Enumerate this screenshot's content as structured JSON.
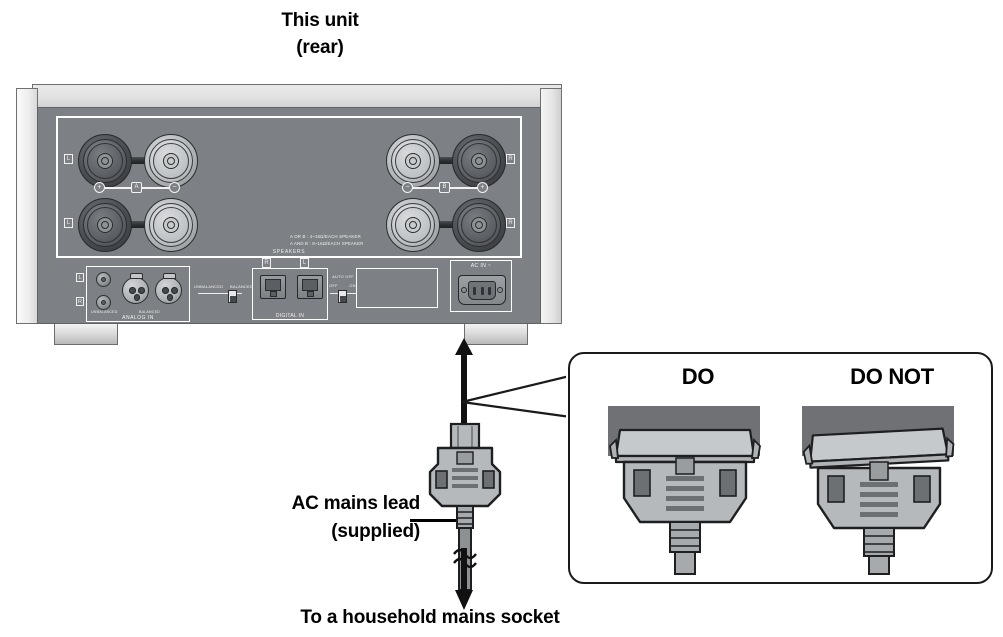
{
  "headings": {
    "unit_title_line1": "This unit",
    "unit_title_line2": "(rear)",
    "lead_label_line1": "AC mains lead",
    "lead_label_line2": "(supplied)",
    "bottom_caption": "To a household mains socket"
  },
  "callout": {
    "do_label": "DO",
    "do_not_label": "DO NOT"
  },
  "rear_panel": {
    "speakers": {
      "group_label": "SPEAKERS",
      "impedance_line1": "A OR B : 4~16Ω/EACH SPEAKER",
      "impedance_line2": "A AND B : 8~16Ω/EACH SPEAKER",
      "channel_badges": {
        "top_left": "L",
        "bottom_left": "L",
        "top_right": "R",
        "bottom_right": "R"
      },
      "polarity": {
        "plus": "+",
        "minus": "−",
        "bank_a": "A",
        "bank_b": "B"
      }
    },
    "analog_in": {
      "group_label": "ANALOG IN",
      "unbalanced_label": "UNBALANCED",
      "balanced_label": "BALANCED",
      "channel_l": "L",
      "channel_r": "R"
    },
    "unbalanced_balanced_switch": {
      "left_label": "UNBALANCED",
      "right_label": "BALANCED"
    },
    "digital_in": {
      "group_label": "DIGITAL IN",
      "port_left_badge": "R",
      "port_right_badge": "L"
    },
    "auto_off_switch": {
      "title": "AUTO OFF",
      "position_off": "OFF",
      "position_on": "ON"
    },
    "ac_inlet": {
      "label": "AC IN ~"
    }
  },
  "colors": {
    "panel_face": "#7d8084",
    "chassis_light": "#e6e6e6",
    "ink": "#000000",
    "callout_border": "#1a1a1a",
    "slab_gray": "#6f7175",
    "plug_body": "#b9bcbf"
  },
  "icons": {
    "arrow_up": "arrow-up-icon",
    "arrow_down": "arrow-down-icon",
    "cable_break": "cable-break-icon"
  }
}
